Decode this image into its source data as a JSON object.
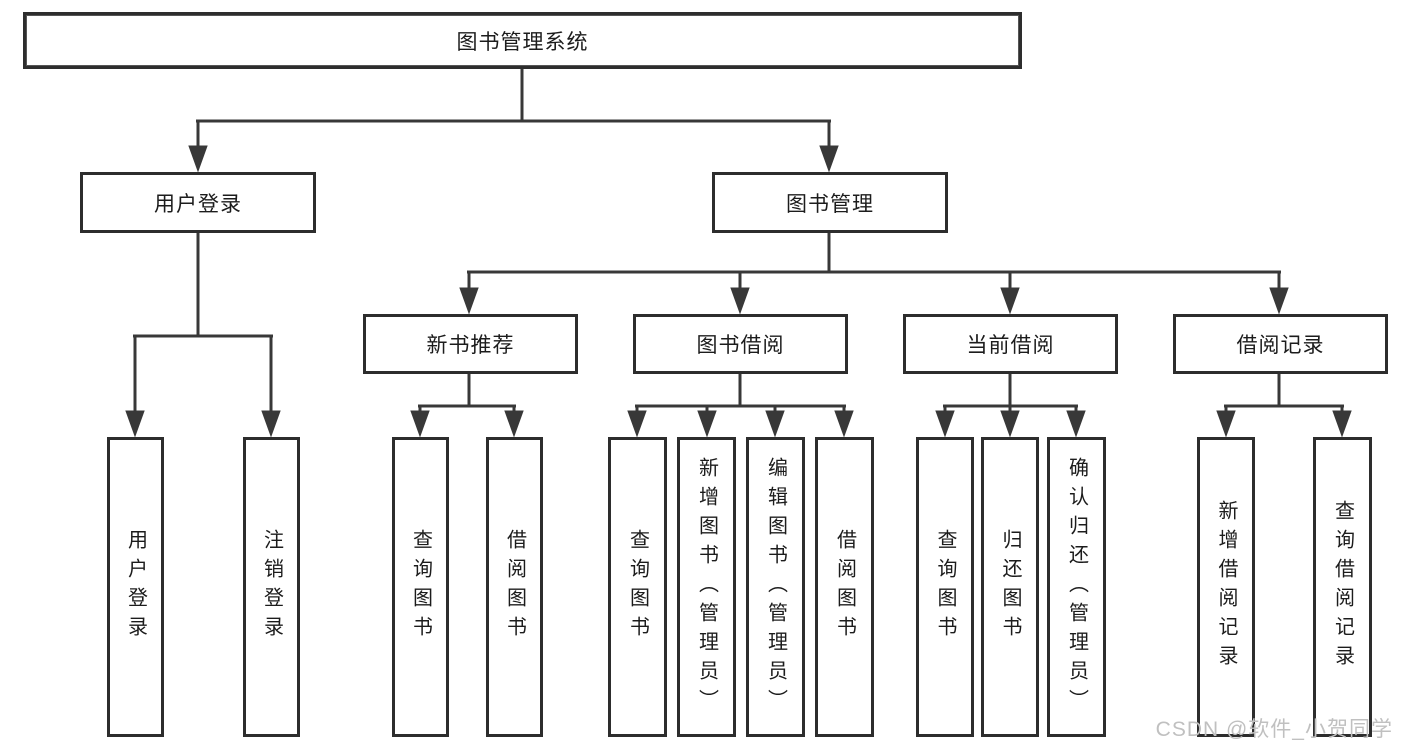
{
  "colors": {
    "background": "#ffffff",
    "box_border": "#2d2d2d",
    "connector": "#383838",
    "text": "#1c1c1c",
    "watermark": "#c0c0c0"
  },
  "watermark": {
    "text": "CSDN @软件_小贺同学"
  },
  "diagram": {
    "root": {
      "label": "图书管理系统"
    },
    "level1": [
      {
        "label": "用户登录",
        "leaves": [
          "用户登录",
          "注销登录"
        ]
      },
      {
        "label": "图书管理",
        "groups": [
          {
            "label": "新书推荐",
            "leaves": [
              "查询图书",
              "借阅图书"
            ]
          },
          {
            "label": "图书借阅",
            "leaves": [
              "查询图书",
              "新增图书（管理员）",
              "编辑图书（管理员）",
              "借阅图书"
            ]
          },
          {
            "label": "当前借阅",
            "leaves": [
              "查询图书",
              "归还图书",
              "确认归还（管理员）"
            ]
          },
          {
            "label": "借阅记录",
            "leaves": [
              "新增借阅记录",
              "查询借阅记录"
            ]
          }
        ]
      }
    ]
  }
}
